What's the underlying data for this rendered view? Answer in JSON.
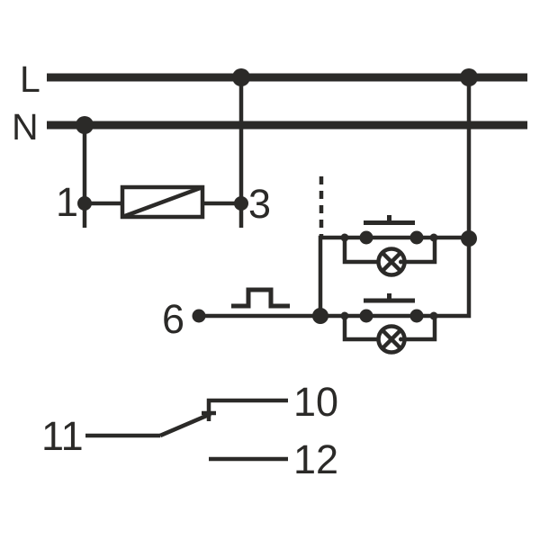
{
  "colors": {
    "line": "#2b2a28",
    "background": "#ffffff"
  },
  "diagram": {
    "type": "electrical-wiring-schematic",
    "labels": {
      "line": "L",
      "neutral": "N",
      "terminal_1": "1",
      "terminal_3": "3",
      "terminal_6": "6",
      "terminal_10": "10",
      "terminal_11": "11",
      "terminal_12": "12"
    },
    "symbols": [
      "relay-coil between terminals 1 and 3",
      "pulse signal at terminal 6",
      "two push-buttons each in parallel with an indicator lamp",
      "dashed mechanical link",
      "changeover contact: common 11, closed to 10, open to 12"
    ]
  }
}
